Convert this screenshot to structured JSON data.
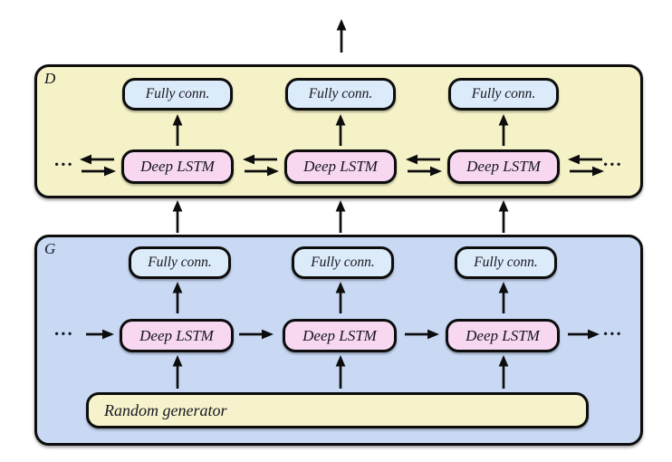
{
  "colors": {
    "discriminator_fill": "#f5f2c8",
    "generator_fill": "#c9d9f4",
    "fully_conn_fill": "#dcebfa",
    "lstm_fill": "#f7d8f0",
    "random_fill": "#f6f3cc",
    "border": "#0d0d0d",
    "text": "#16161e"
  },
  "discriminator": {
    "label": "D",
    "fully_conn_label": "Fully conn.",
    "lstm_label": "Deep LSTM",
    "ellipsis": "...",
    "num_columns": 3
  },
  "generator": {
    "label": "G",
    "fully_conn_label": "Fully conn.",
    "lstm_label": "Deep LSTM",
    "random_generator_label": "Random generator",
    "ellipsis": "...",
    "num_columns": 3
  }
}
